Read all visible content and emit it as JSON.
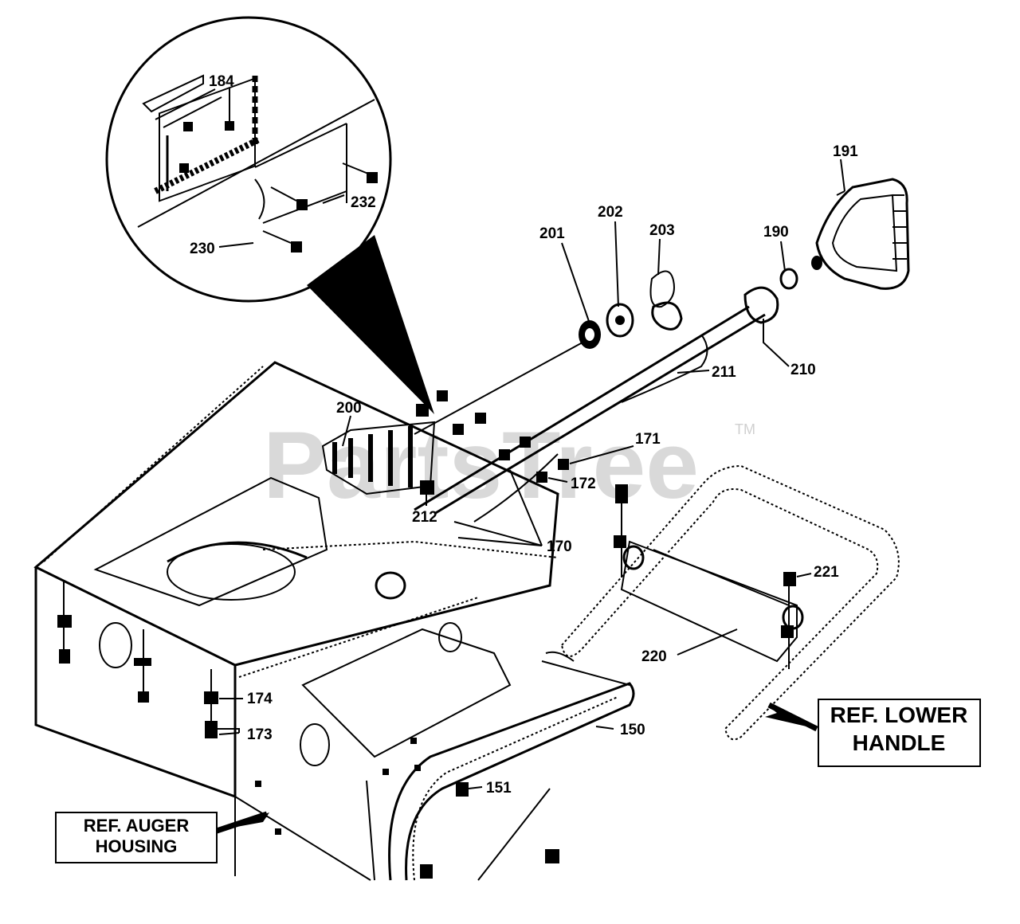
{
  "watermark": {
    "brand": "PartsTree",
    "trademark": "TM"
  },
  "parts": [
    {
      "id": "p184",
      "label": "184"
    },
    {
      "id": "p232",
      "label": "232"
    },
    {
      "id": "p230",
      "label": "230"
    },
    {
      "id": "p191",
      "label": "191"
    },
    {
      "id": "p201",
      "label": "201"
    },
    {
      "id": "p202",
      "label": "202"
    },
    {
      "id": "p203",
      "label": "203"
    },
    {
      "id": "p190",
      "label": "190"
    },
    {
      "id": "p210",
      "label": "210"
    },
    {
      "id": "p211",
      "label": "211"
    },
    {
      "id": "p200",
      "label": "200"
    },
    {
      "id": "p171",
      "label": "171"
    },
    {
      "id": "p172",
      "label": "172"
    },
    {
      "id": "p212",
      "label": "212"
    },
    {
      "id": "p170",
      "label": "170"
    },
    {
      "id": "p221",
      "label": "221"
    },
    {
      "id": "p220",
      "label": "220"
    },
    {
      "id": "p174",
      "label": "174"
    },
    {
      "id": "p173",
      "label": "173"
    },
    {
      "id": "p150",
      "label": "150"
    },
    {
      "id": "p151",
      "label": "151"
    }
  ],
  "refs": {
    "auger_line1": "REF. AUGER",
    "auger_line2": "HOUSING",
    "handle_line1": "REF. LOWER",
    "handle_line2": "HANDLE"
  }
}
